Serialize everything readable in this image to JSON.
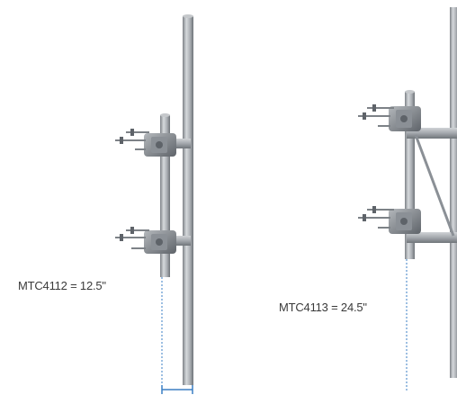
{
  "labels": {
    "left_model": "MTC4112 = 12.5\"",
    "right_model": "MTC4113 = 24.5\""
  },
  "colors": {
    "pipe": "#a9adb2",
    "pipe_shadow": "#7d8287",
    "pipe_highlight": "#d6d9dc",
    "clamp": "#8b9096",
    "clamp_dark": "#5e6369",
    "dimension_line": "#3b7fc4",
    "text": "#3a3a3a"
  },
  "icons": [
    "antenna-mount-standoff-small",
    "antenna-mount-standoff-large"
  ]
}
